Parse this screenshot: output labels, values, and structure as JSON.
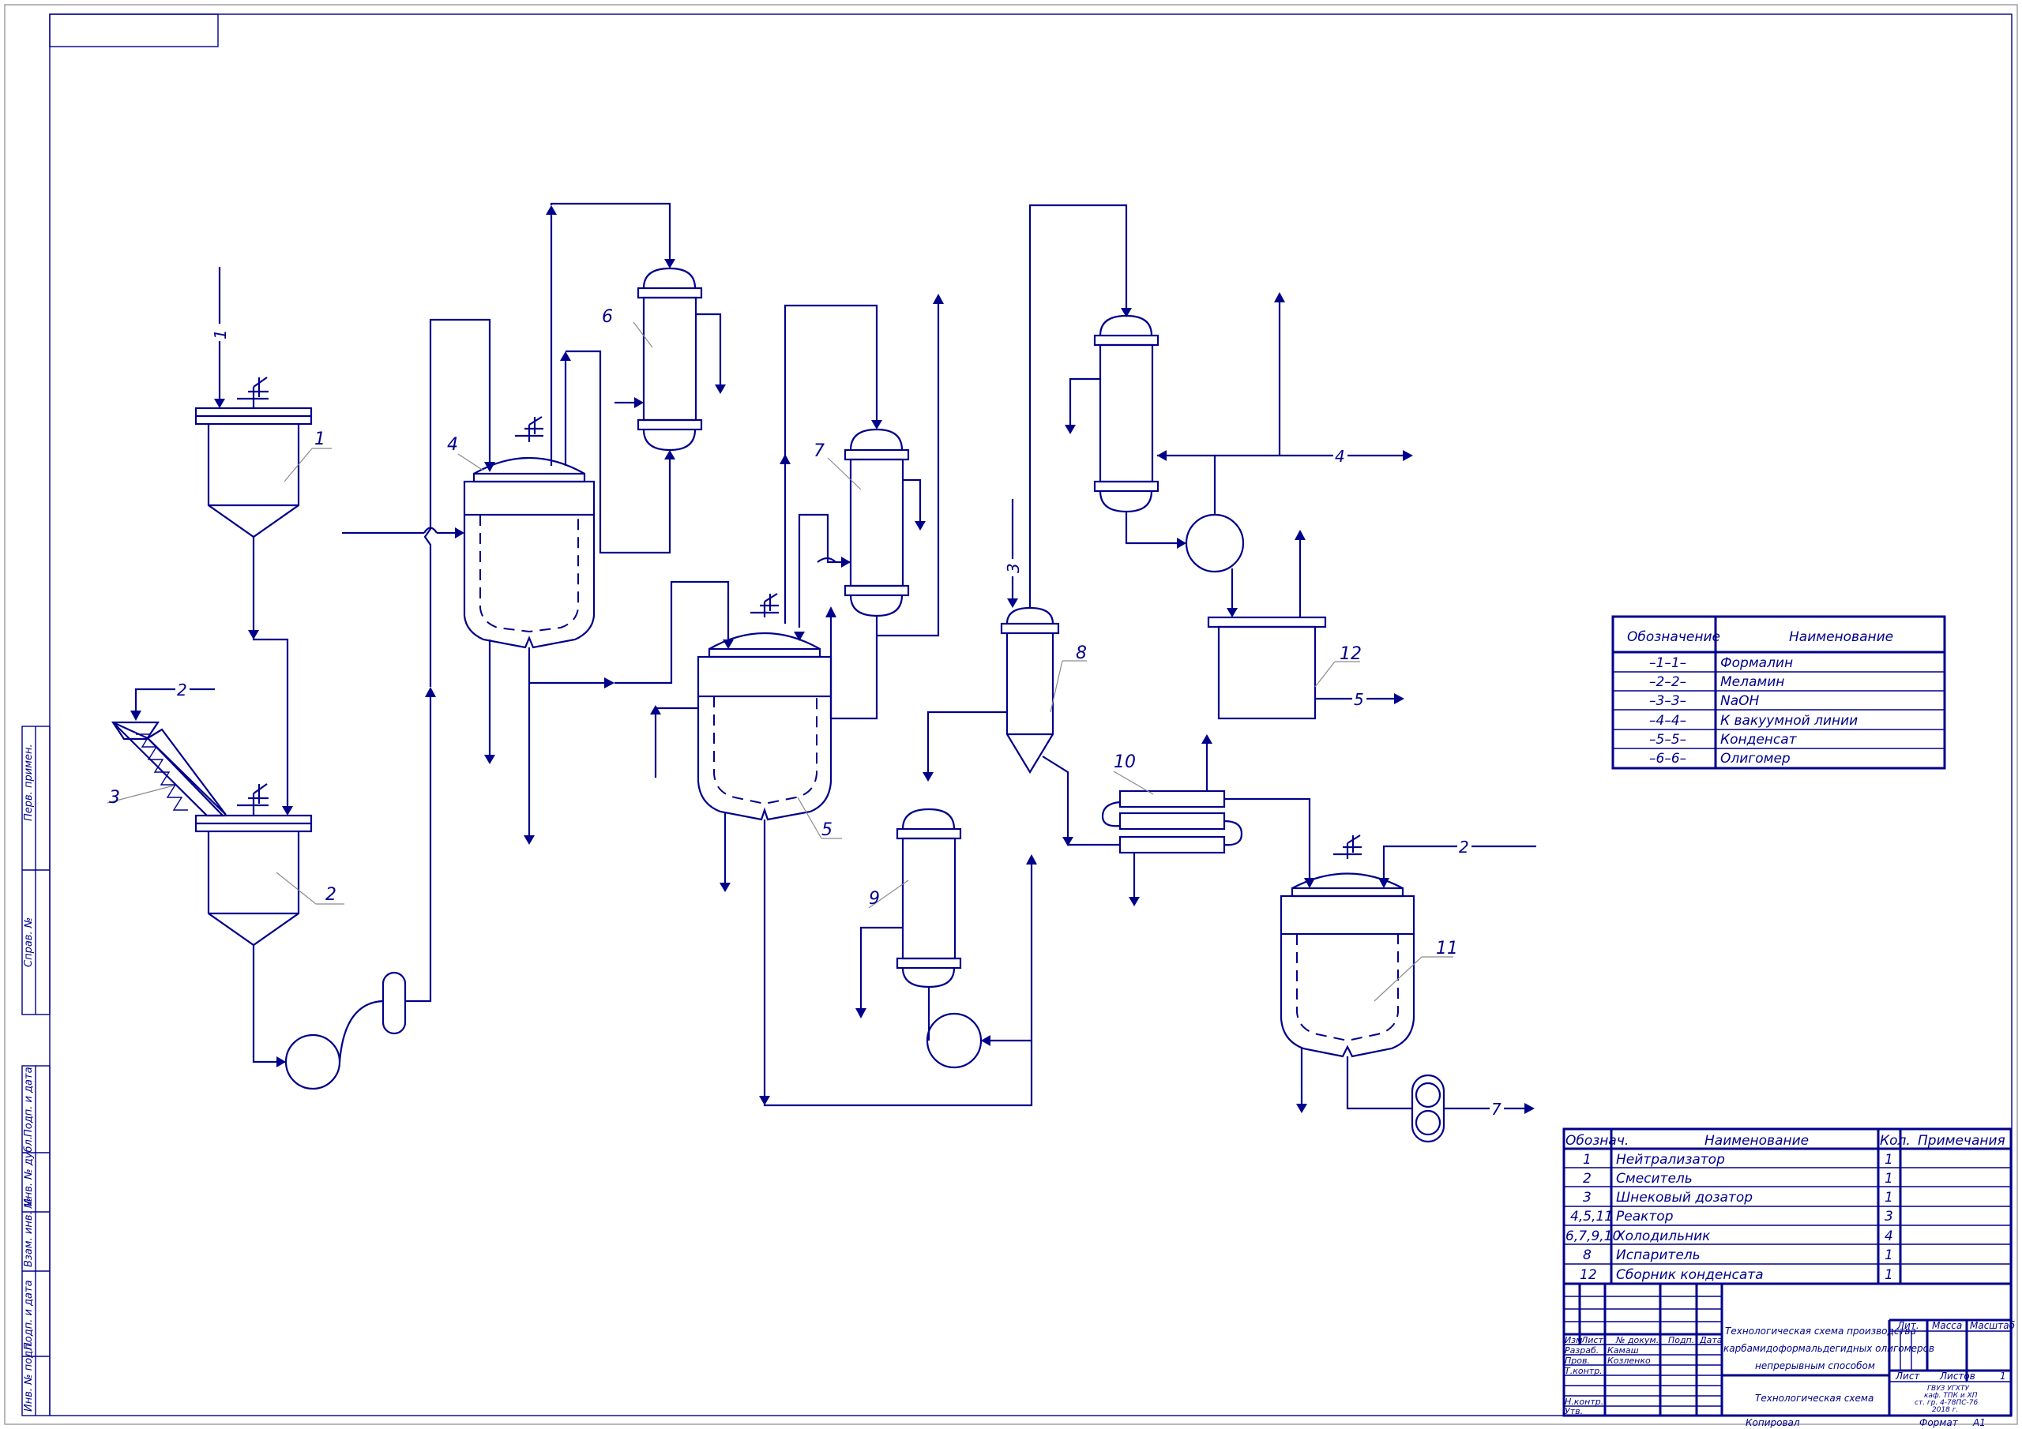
{
  "equipment_labels": {
    "e1": "1",
    "e2": "2",
    "e3": "3",
    "e4": "4",
    "e5": "5",
    "e6": "6",
    "e7": "7",
    "e8": "8",
    "e9": "9",
    "e10": "10",
    "e11": "11",
    "e12": "12"
  },
  "stream_labels": {
    "s1": "1",
    "s2a": "2",
    "s2b": "2",
    "s3": "3",
    "s4": "4",
    "s5": "5",
    "s7": "7"
  },
  "legend": {
    "headers": [
      "Обозначение",
      "Наименование"
    ],
    "rows": [
      [
        "–1–1–",
        "Формалин"
      ],
      [
        "–2–2–",
        "Меламин"
      ],
      [
        "–3–3–",
        "NaOH"
      ],
      [
        "–4–4–",
        "К вакуумной линии"
      ],
      [
        "–5–5–",
        "Конденсат"
      ],
      [
        "–6–6–",
        "Олигомер"
      ]
    ]
  },
  "specification": {
    "headers": [
      "Обознач.",
      "Наименование",
      "Кол.",
      "Примечания"
    ],
    "rows": [
      [
        "1",
        "Нейтрализатор",
        "1",
        ""
      ],
      [
        "2",
        "Смеситель",
        "1",
        ""
      ],
      [
        "3",
        "Шнековый дозатор",
        "1",
        ""
      ],
      [
        "4,5,11",
        "Реактор",
        "3",
        ""
      ],
      [
        "6,7,9,10",
        "Холодильник",
        "4",
        ""
      ],
      [
        "8",
        "Испаритель",
        "1",
        ""
      ],
      [
        "12",
        "Сборник конденсата",
        "1",
        ""
      ]
    ]
  },
  "title_block": {
    "col_headers": [
      "Изм",
      "Лист",
      "№ докум.",
      "Подп.",
      "Дата"
    ],
    "role_razrab": "Разраб.",
    "name_razrab": "Камаш",
    "role_prov": "Пров.",
    "name_prov": "Козленко",
    "role_tkontr": "Т.контр.",
    "role_nkontr": "Н.контр.",
    "role_utv": "Утв.",
    "title_line1": "Технологическая схема производства",
    "title_line2": "карбамидоформальдегидных олигомеров",
    "title_line3": "непрерывным способом",
    "doc_name": "Технологическая схема",
    "lit": "Лит.",
    "massa": "Масса",
    "masshtab": "Масштаб",
    "list": "Лист",
    "listov": "Листов",
    "listov_value": "1",
    "org_line1": "ГВУЗ УГХТУ",
    "org_line2": "каф. ТПК и ХП",
    "org_line3": "ст. гр. 4-78ПС-76",
    "org_line4": "2018 г.",
    "kopiroval": "Копировал",
    "format": "Формат",
    "format_value": "А1"
  },
  "side_stamp": [
    "Перв. примен.",
    "Справ. №",
    "Подп. и дата",
    "Инв. № дубл.",
    "Взам. инв. №",
    "Подп. и дата",
    "Инв. № подл."
  ]
}
